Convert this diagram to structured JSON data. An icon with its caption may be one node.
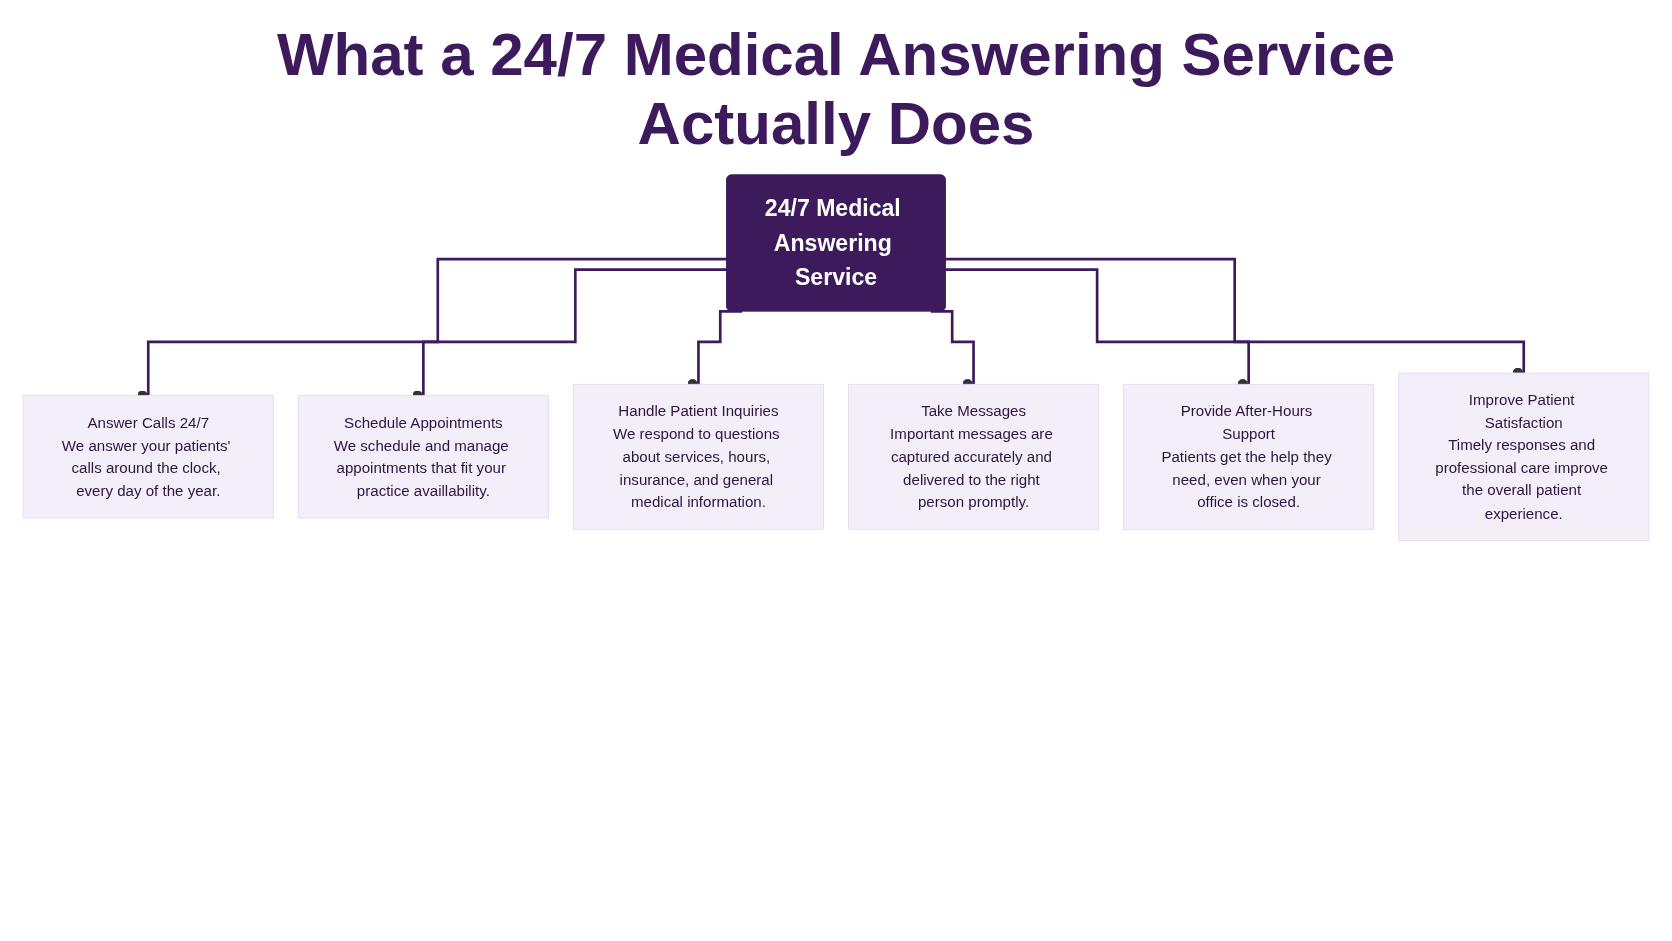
{
  "diagram": {
    "title": "What a 24/7 Medical Answering Service Actually Does",
    "nodes": [
      {
        "text": [
          "24/7 Medical Answering Service"
        ]
      },
      {
        "text": [
          "Answer Calls 24/7",
          "We answer your patients' calls around the clock, every day of the year."
        ]
      },
      {
        "text": [
          "Schedule Appointments",
          "We schedule and manage appointments that fit your practice availlability."
        ]
      },
      {
        "text": [
          "Handle Patient Inquiries",
          "We respond to questions about services, hours, insurance, and general medical information."
        ]
      },
      {
        "text": [
          "Take Messages",
          "Important messages are captured accurately and delivered to the right person promptly."
        ]
      },
      {
        "text": [
          "Provide After-Hours Support",
          "Patients get the help they need, even when your office is closed."
        ]
      },
      {
        "text": [
          "Improve Patient Satisfaction",
          "Timely responses and professional care improve the overall patient experience."
        ]
      }
    ],
    "edges": [
      {
        "from": 0,
        "to": 1,
        "arrow": "other"
      },
      {
        "from": 0,
        "to": 2,
        "arrow": "other"
      },
      {
        "from": 0,
        "to": 3,
        "arrow": "other"
      },
      {
        "from": 0,
        "to": 4,
        "arrow": "other"
      },
      {
        "from": 0,
        "to": 5,
        "arrow": "other"
      },
      {
        "from": 0,
        "to": 6,
        "arrow": "other"
      }
    ]
  }
}
